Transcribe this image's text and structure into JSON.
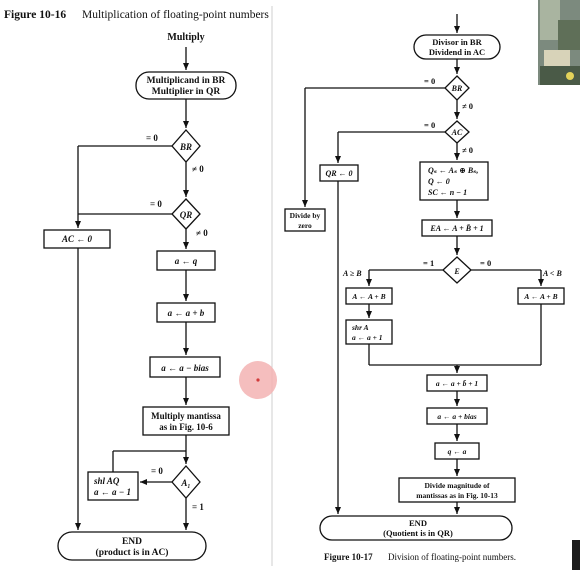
{
  "fig16": {
    "caption_num": "Figure 10-16",
    "caption_text": "Multiplication of floating-point numbers",
    "start": "Multiply",
    "box_load": [
      "Multiplicand in BR",
      "Multiplier in QR"
    ],
    "dec_br": "BR",
    "dec_qr": "QR",
    "eq0": "= 0",
    "ne0": "≠ 0",
    "ac0": "AC ← 0",
    "a_q": "a ← q",
    "a_ab": "a ← a + b",
    "a_bias": "a ← a − bias",
    "mult": [
      "Multiply mantissa",
      "as in Fig. 10-6"
    ],
    "shl": [
      "shl AQ",
      "a ← a − 1"
    ],
    "dec_a1": "A₁",
    "eq1": "= 1",
    "end": [
      "END",
      "(product is in AC)"
    ]
  },
  "fig17": {
    "caption_num": "Figure 10-17",
    "caption_text": "Division of floating-point numbers.",
    "start": [
      "Divisor in BR",
      "Dividend in AC"
    ],
    "dec_br": "BR",
    "dec_ac": "AC",
    "eq0": "= 0",
    "ne0": "≠ 0",
    "qr0": "QR ← 0",
    "divzero": [
      "Divide by",
      "zero"
    ],
    "init": [
      "Qₛ ← Aₛ ⊕ Bₛ,",
      "Q ← 0",
      "SC ← n − 1"
    ],
    "ea": "EA ← A + B̄ + 1",
    "dec_e": "E",
    "e1": "= 1",
    "e0": "= 0",
    "ageb": "A ≥ B",
    "altb": "A < B",
    "aab_left": "A ← A + B",
    "aab_right": "A ← A + B",
    "shr": [
      "shr A",
      "a ← a + 1"
    ],
    "abbar": "a ← a + b̄ + 1",
    "abias": "a ← a + bias",
    "qa": "q ← a",
    "divmag": [
      "Divide magnitude of",
      "mantissas as in Fig. 10-13"
    ],
    "end": [
      "END",
      "(Quotient is in QR)"
    ]
  },
  "colors": {
    "ink": "#111111",
    "pointer": "#f3b3b3",
    "pointer_dot": "#d23b3b"
  }
}
